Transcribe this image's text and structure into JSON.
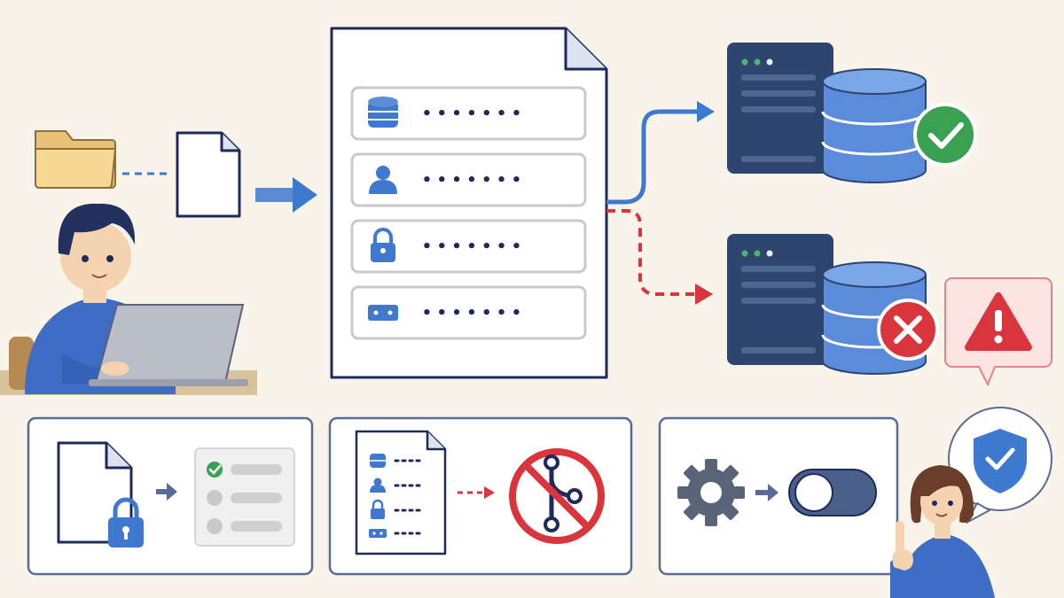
{
  "colors": {
    "background": "#f8f4ea",
    "accent_blue": "#3f78cf",
    "navy": "#1d2b5a",
    "server_navy": "#2f4876",
    "db_blue": "#5b8bdb",
    "success_green": "#3aa152",
    "error_red": "#d8363c",
    "alert_bg": "#fde3e1",
    "folder_yellow": "#f5d38a",
    "panel_border": "#5a6c93",
    "gray": "#c9c9c9"
  },
  "config_file": {
    "fields": [
      {
        "icon": "database-icon",
        "masked_value": "•••••••"
      },
      {
        "icon": "user-icon",
        "masked_value": "•••••••"
      },
      {
        "icon": "lock-icon",
        "masked_value": "•••••••"
      },
      {
        "icon": "key-card-icon",
        "masked_value": "•••••••"
      }
    ]
  },
  "outcomes": [
    {
      "target": "server-database",
      "status": "success",
      "status_icon": "checkmark-icon",
      "path": "solid"
    },
    {
      "target": "server-database",
      "status": "failure",
      "status_icon": "x-icon",
      "path": "dashed",
      "alert_icon": "warning-icon"
    }
  ],
  "tips": [
    {
      "name": "restrict-file-permissions",
      "icons": [
        "document-icon",
        "padlock-icon",
        "arrow-icon",
        "checklist-icon"
      ],
      "checklist": [
        "checked",
        "unchecked",
        "unchecked"
      ]
    },
    {
      "name": "exclude-from-version-control",
      "icons": [
        "config-document-icon",
        "dashed-arrow-icon",
        "no-git-icon"
      ]
    },
    {
      "name": "use-settings-toggle",
      "icons": [
        "gear-icon",
        "arrow-icon",
        "toggle-icon"
      ]
    }
  ],
  "characters": [
    "developer-at-laptop",
    "woman-presenting-shield"
  ]
}
